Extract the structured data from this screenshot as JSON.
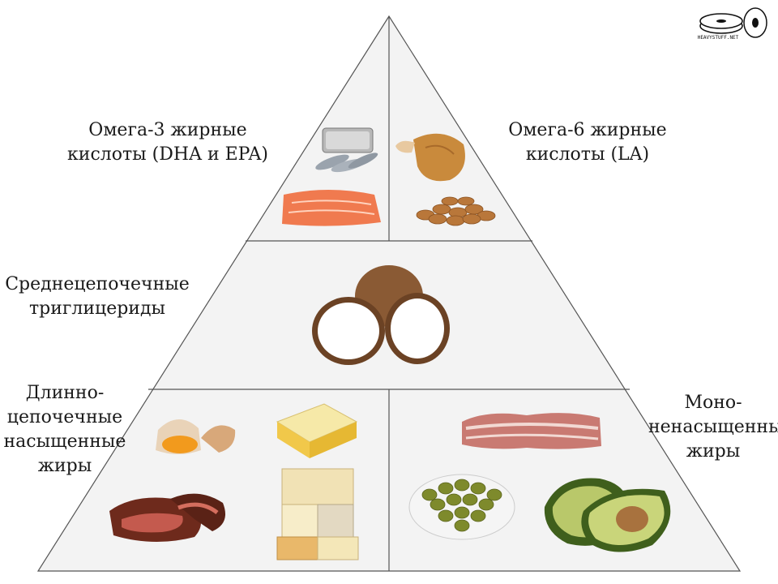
{
  "pyramid": {
    "top_left": {
      "line1": "Омега-3 жирные",
      "line2": "кислоты (DHA и EPA)",
      "foods": [
        "sardines-icon",
        "salmon-fillet-icon"
      ]
    },
    "top_right": {
      "line1": "Омега-6 жирные",
      "line2": "кислоты (LA)",
      "foods": [
        "chicken-leg-icon",
        "almonds-icon"
      ]
    },
    "middle": {
      "line1": "Среднецепочечные",
      "line2": "триглицериды",
      "foods": [
        "coconut-icon"
      ]
    },
    "bottom_left": {
      "line1": "Длинно-",
      "line2": "цепочечные",
      "line3": "насыщенные",
      "line4": "жиры",
      "foods": [
        "egg-icon",
        "butter-icon",
        "steak-icon",
        "cheese-icon"
      ]
    },
    "bottom_right": {
      "line1": "Моно-",
      "line2": "ненасыщенные",
      "line3": "жиры",
      "foods": [
        "bacon-icon",
        "olives-icon",
        "avocado-icon"
      ]
    }
  },
  "logo": {
    "text": "HEAVYSTUFF.NET"
  },
  "colors": {
    "outline": "#555555",
    "tier_bg": "#f2f2f2"
  }
}
